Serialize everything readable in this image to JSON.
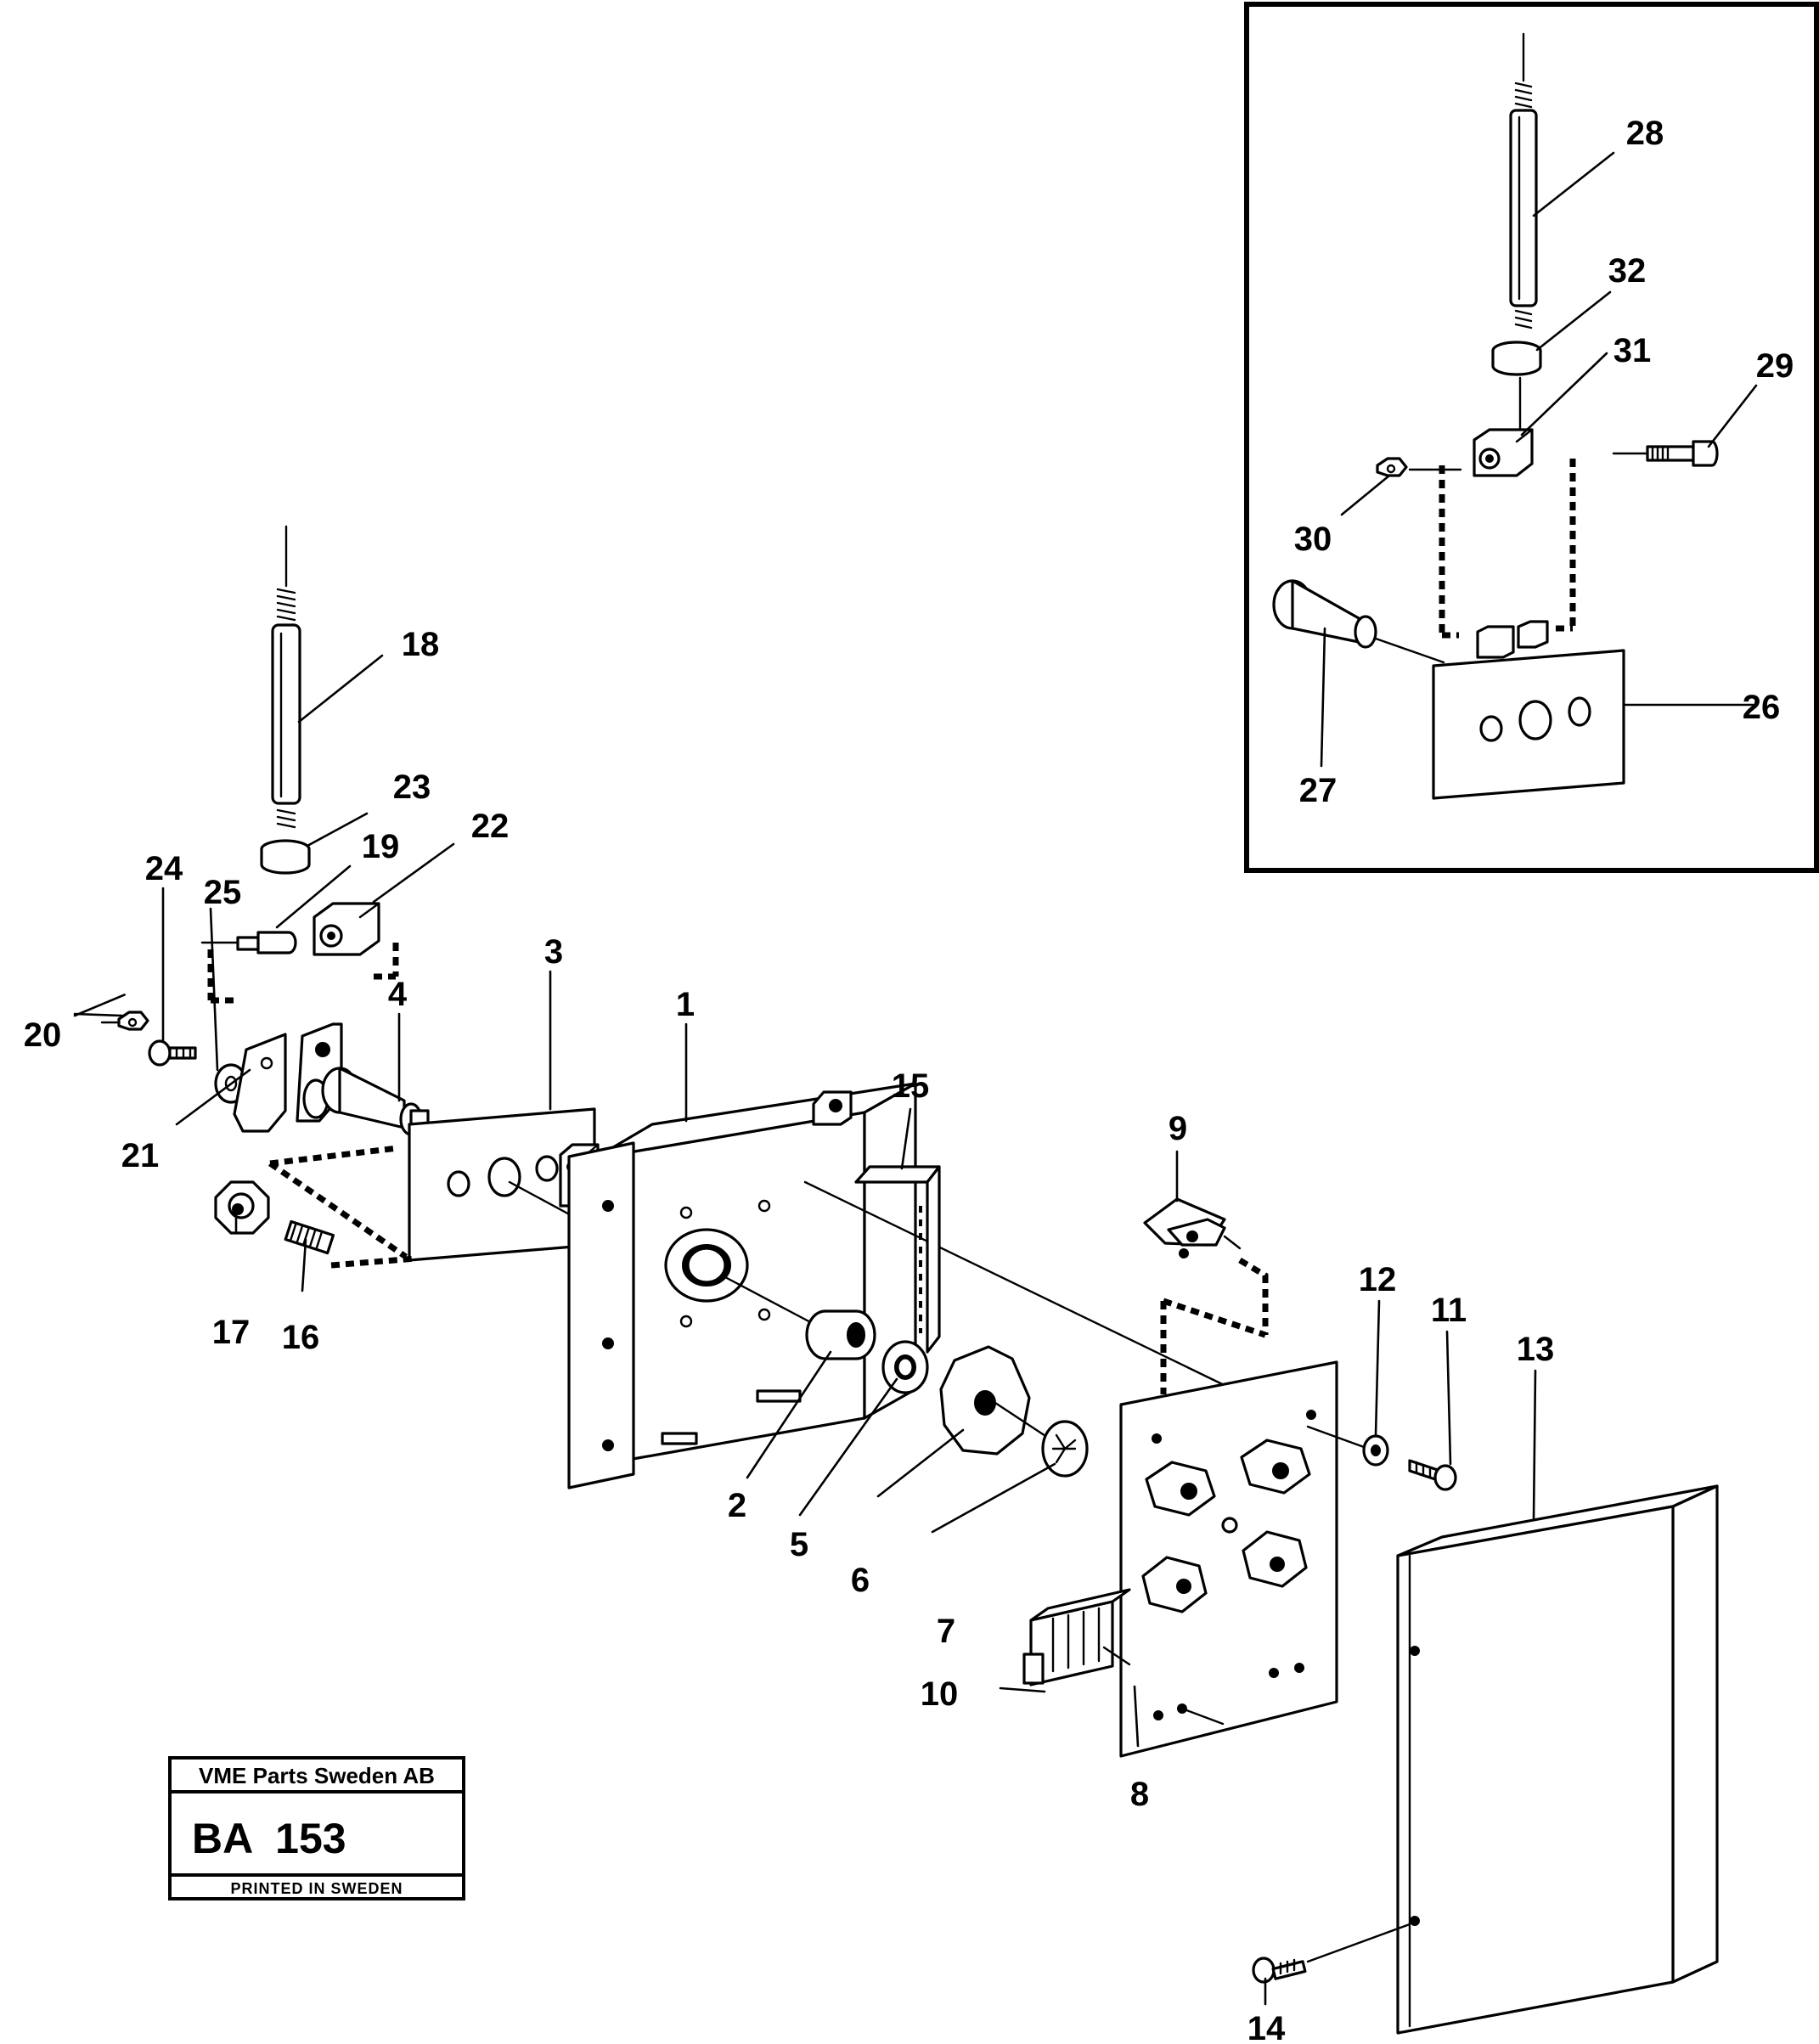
{
  "stamp": {
    "company": "VME Parts Sweden AB",
    "code": "BA  153",
    "printed": "PRINTED IN SWEDEN"
  },
  "callouts": {
    "c1": "1",
    "c2": "2",
    "c3": "3",
    "c4": "4",
    "c5": "5",
    "c6": "6",
    "c7": "7",
    "c8": "8",
    "c9": "9",
    "c10": "10",
    "c11": "11",
    "c12": "12",
    "c13": "13",
    "c14": "14",
    "c15": "15",
    "c16": "16",
    "c17": "17",
    "c18": "18",
    "c19": "19",
    "c20": "20",
    "c21": "21",
    "c22": "22",
    "c23": "23",
    "c24": "24",
    "c25": "25",
    "c26": "26",
    "c27": "27",
    "c28": "28",
    "c29": "29",
    "c30": "30",
    "c31": "31",
    "c32": "32"
  }
}
